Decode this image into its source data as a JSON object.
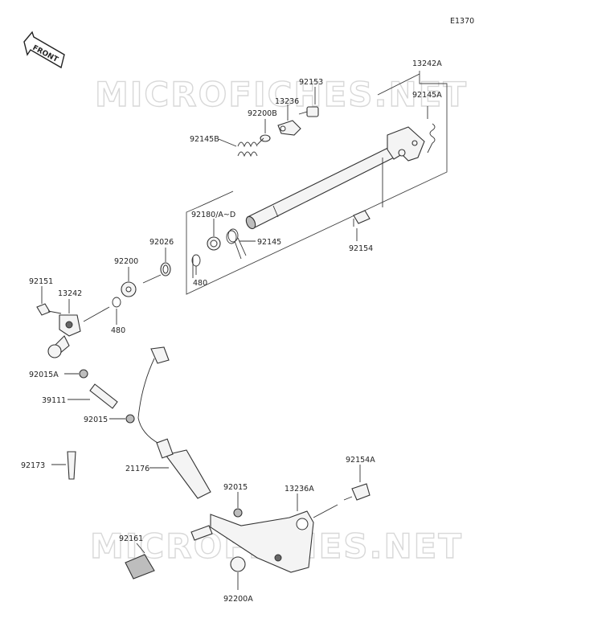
{
  "diagram_code": "E1370",
  "front_label": "FRONT",
  "watermarks": [
    "MICROFICHES.NET",
    "MICROFICHES.NET"
  ],
  "part_labels": [
    {
      "id": "13242A",
      "text": "13242A"
    },
    {
      "id": "92153",
      "text": "92153"
    },
    {
      "id": "13236",
      "text": "13236"
    },
    {
      "id": "92145A",
      "text": "92145A"
    },
    {
      "id": "92200B",
      "text": "92200B"
    },
    {
      "id": "92145B",
      "text": "92145B"
    },
    {
      "id": "92180",
      "text": "92180/A~D"
    },
    {
      "id": "92026",
      "text": "92026"
    },
    {
      "id": "92145",
      "text": "92145"
    },
    {
      "id": "92154",
      "text": "92154"
    },
    {
      "id": "92200",
      "text": "92200"
    },
    {
      "id": "480a",
      "text": "480"
    },
    {
      "id": "480b",
      "text": "480"
    },
    {
      "id": "92151",
      "text": "92151"
    },
    {
      "id": "13242",
      "text": "13242"
    },
    {
      "id": "92015A",
      "text": "92015A"
    },
    {
      "id": "39111",
      "text": "39111"
    },
    {
      "id": "92015a",
      "text": "92015"
    },
    {
      "id": "92173",
      "text": "92173"
    },
    {
      "id": "21176",
      "text": "21176"
    },
    {
      "id": "92154A",
      "text": "92154A"
    },
    {
      "id": "92015b",
      "text": "92015"
    },
    {
      "id": "13236A",
      "text": "13236A"
    },
    {
      "id": "92161",
      "text": "92161"
    },
    {
      "id": "92200A",
      "text": "92200A"
    }
  ]
}
